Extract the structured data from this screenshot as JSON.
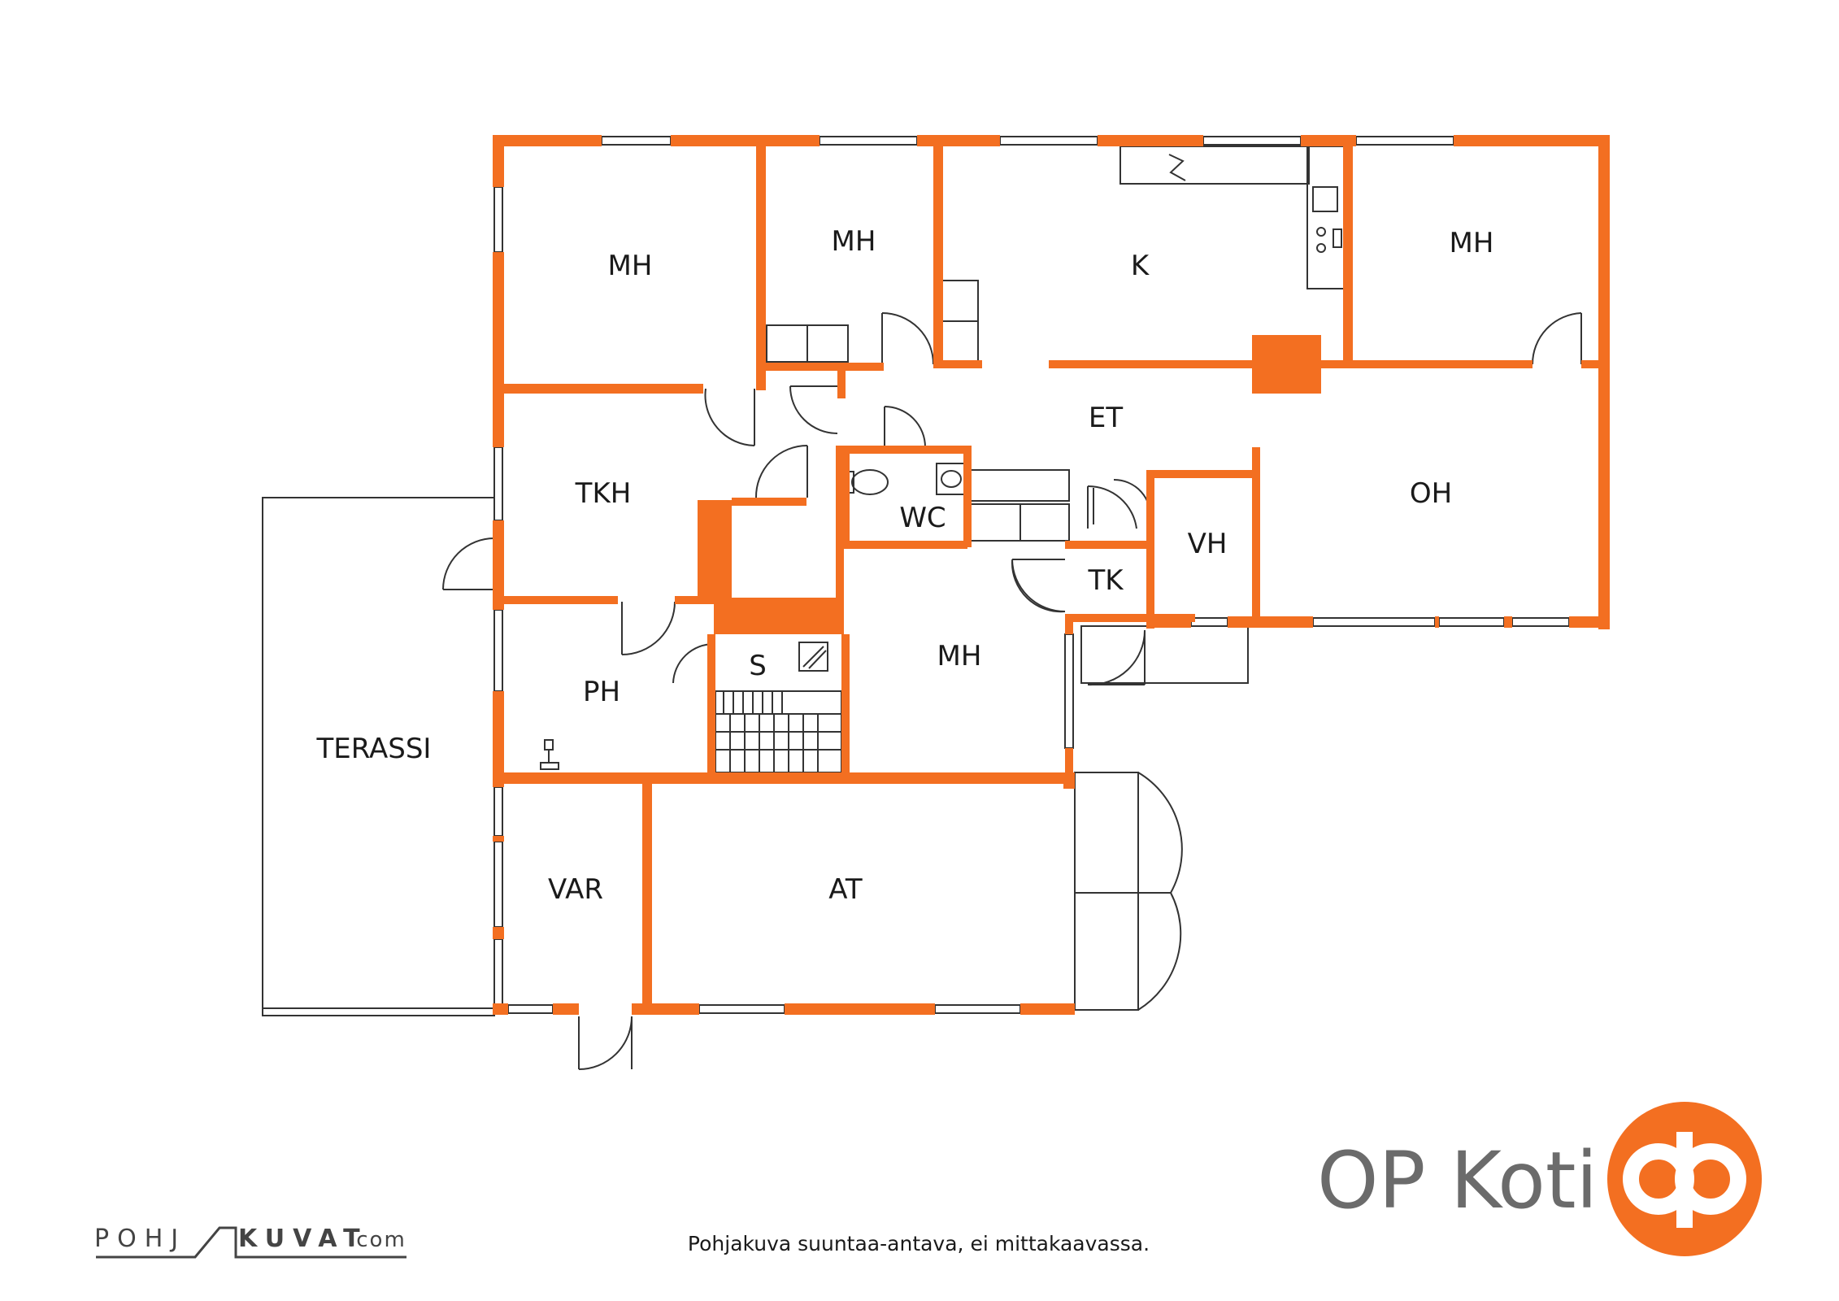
{
  "rooms": {
    "mh1": "MH",
    "mh2": "MH",
    "k": "K",
    "mh3": "MH",
    "et": "ET",
    "tkh": "TKH",
    "wc": "WC",
    "oh": "OH",
    "vh": "VH",
    "tk": "TK",
    "s": "S",
    "ph": "PH",
    "mh4": "MH",
    "terassi": "TERASSI",
    "var": "VAR",
    "at": "AT"
  },
  "brand": {
    "name": "OP Koti",
    "logo_color": "#f36f21"
  },
  "source_logo": {
    "left": "POHJ",
    "right": "KUVAT",
    "suffix": ".com"
  },
  "disclaimer": "Pohjakuva suuntaa-antava, ei mittakaavassa.",
  "colors": {
    "wall": "#f36f21",
    "line": "#333333"
  }
}
